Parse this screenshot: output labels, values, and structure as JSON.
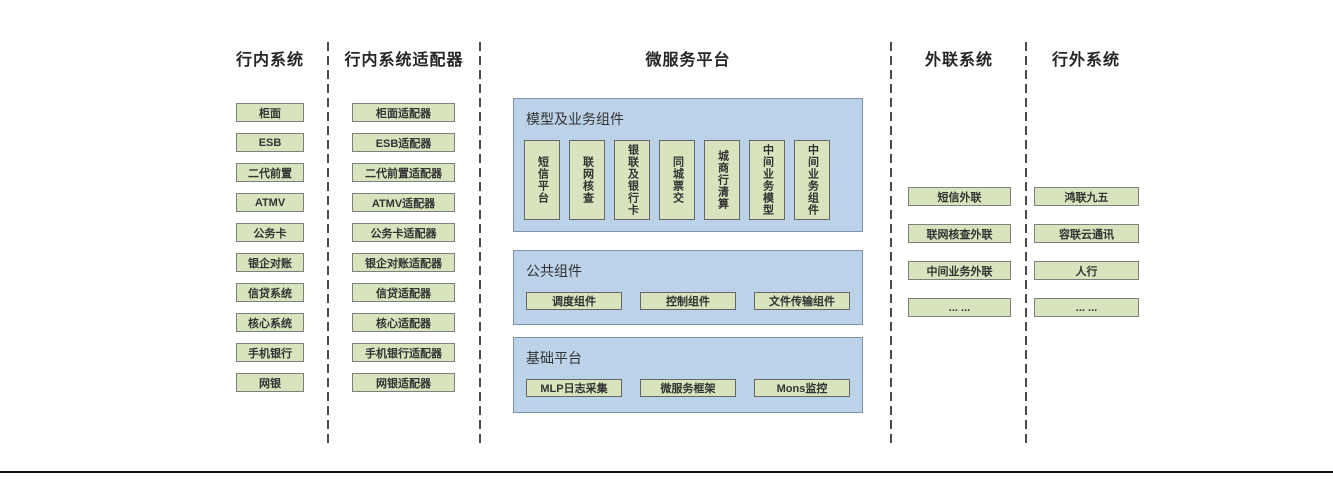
{
  "columns": {
    "internal": {
      "title": "行内系统",
      "items": [
        "柜面",
        "ESB",
        "二代前置",
        "ATMV",
        "公务卡",
        "银企对账",
        "信贷系统",
        "核心系统",
        "手机银行",
        "网银"
      ]
    },
    "adapters": {
      "title": "行内系统适配器",
      "items": [
        "柜面适配器",
        "ESB适配器",
        "二代前置适配器",
        "ATMV适配器",
        "公务卡适配器",
        "银企对账适配器",
        "信贷适配器",
        "核心适配器",
        "手机银行适配器",
        "网银适配器"
      ]
    },
    "platform": {
      "title": "微服务平台",
      "sections": [
        {
          "label": "模型及业务组件",
          "items": [
            "短信平台",
            "联网核查",
            "银联及银行卡",
            "同城票交",
            "城商行清算",
            "中间业务模型",
            "中间业务组件"
          ]
        },
        {
          "label": "公共组件",
          "items": [
            "调度组件",
            "控制组件",
            "文件传输组件"
          ]
        },
        {
          "label": "基础平台",
          "items": [
            "MLP日志采集",
            "微服务框架",
            "Mons监控"
          ]
        }
      ]
    },
    "external": {
      "title": "外联系统",
      "items": [
        "短信外联",
        "联网核查外联",
        "中间业务外联",
        "... ..."
      ]
    },
    "outside": {
      "title": "行外系统",
      "items": [
        "鸿联九五",
        "容联云通讯",
        "人行",
        "... ..."
      ]
    }
  },
  "colors": {
    "box_fill": "#d7e4bd",
    "box_border": "#7f7f7f",
    "panel_fill": "#bcd2e8",
    "panel_border": "#7d93ad",
    "divider": "#4a4a4a",
    "bottom_rule": "#111111",
    "text": "#333333"
  }
}
